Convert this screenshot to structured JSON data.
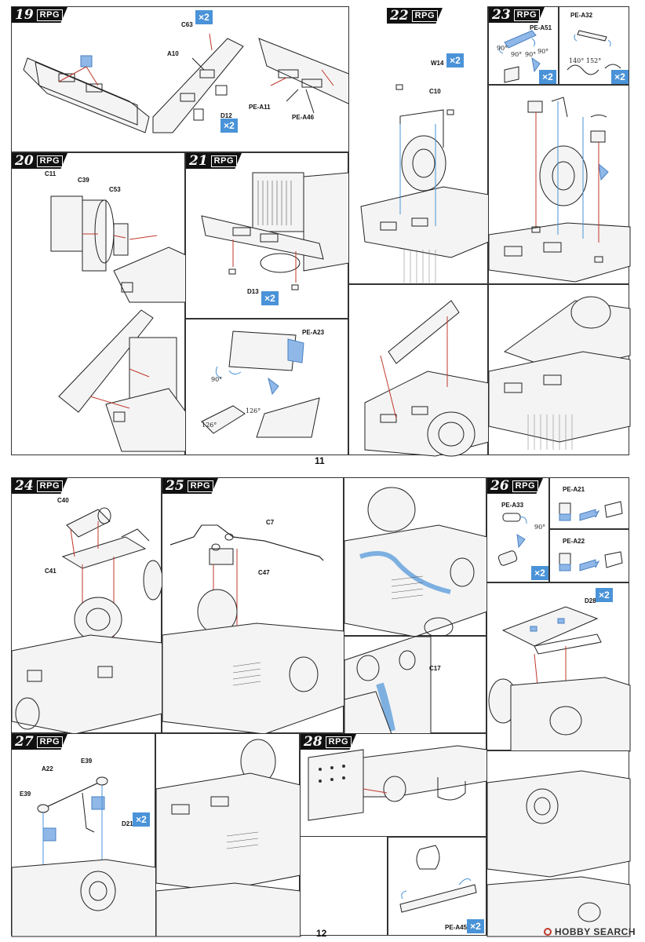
{
  "pages": [
    {
      "number": "11"
    },
    {
      "number": "12"
    }
  ],
  "brand": "RPG",
  "steps": [
    {
      "num": "19"
    },
    {
      "num": "20"
    },
    {
      "num": "21"
    },
    {
      "num": "22"
    },
    {
      "num": "23"
    },
    {
      "num": "24"
    },
    {
      "num": "25"
    },
    {
      "num": "26"
    },
    {
      "num": "27"
    },
    {
      "num": "28"
    }
  ],
  "labels": {
    "c63": "C63",
    "a10": "A10",
    "d12": "D12",
    "pe_a11": "PE-A11",
    "pe_a46": "PE-A46",
    "w14": "W14",
    "c10": "C10",
    "pe_a51": "PE-A51",
    "pe_a32": "PE-A32",
    "c11": "C11",
    "c39": "C39",
    "c53": "C53",
    "d13": "D13",
    "pe_a23": "PE-A23",
    "c40": "C40",
    "c41": "C41",
    "c7": "C7",
    "c47": "C47",
    "c17": "C17",
    "pe_a33": "PE-A33",
    "pe_a21": "PE-A21",
    "pe_a22": "PE-A22",
    "d28": "D28",
    "a22": "A22",
    "e39a": "E39",
    "e39b": "E39",
    "d21": "D21",
    "pe_a45": "PE-A45"
  },
  "quantity": "×2",
  "angles": {
    "a90": "90°",
    "a140": "140°",
    "a152": "152°",
    "a126": "126°"
  },
  "watermark": "HOBBY SEARCH"
}
